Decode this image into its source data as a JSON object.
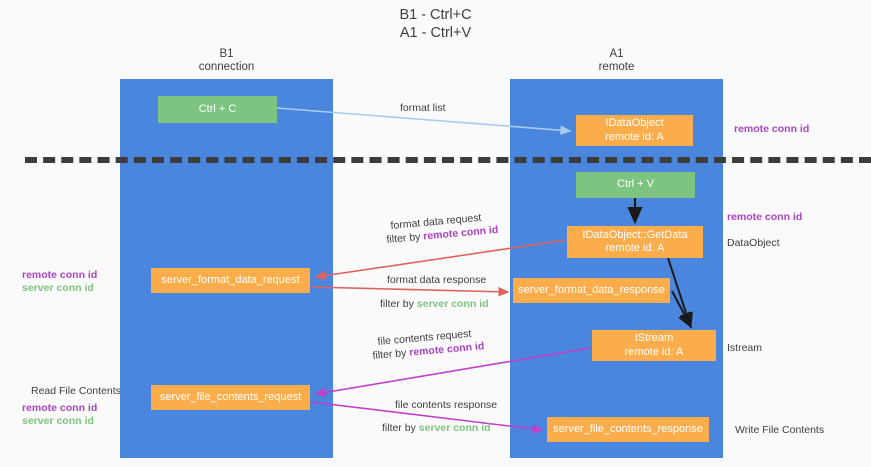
{
  "title": "B1 - Ctrl+C\nA1 - Ctrl+V",
  "columns": {
    "left": "B1\nconnection",
    "right": "A1\nremote"
  },
  "nodes": {
    "ctrl_c": "Ctrl + C",
    "idataobject": "IDataObject\nremote id: A",
    "ctrl_v": "Ctrl + V",
    "getdata": "IDataObject::GetData\nremote id: A",
    "server_format_data_request": "server_format_data_request",
    "server_format_data_response": "server_format_data_response",
    "istream": "IStream\nremote id: A",
    "server_file_contents_request": "server_file_contents_request",
    "server_file_contents_response": "server_file_contents_response"
  },
  "edge_labels": {
    "format_list": "format list",
    "format_data_request": "format data request",
    "format_data_request_filter_prefix": "filter by ",
    "format_data_request_filter_key": "remote conn id",
    "format_data_response": "format data response",
    "format_data_response_filter_prefix": "filter by ",
    "format_data_response_filter_key": "server conn id",
    "file_contents_request": "file contents request",
    "file_contents_request_filter_prefix": "filter by ",
    "file_contents_request_filter_key": "remote conn id",
    "file_contents_response": "file contents response",
    "file_contents_response_filter_prefix": "filter by ",
    "file_contents_response_filter_key": "server conn id"
  },
  "annotations": {
    "remote_conn_id_top": "remote conn id",
    "remote_conn_id_mid": "remote conn id",
    "dataobject": "DataObject",
    "istream": "Istream",
    "write_file_contents": "Write File Contents",
    "read_file_contents": "Read File Contents",
    "left_remote_conn_id_1": "remote conn id",
    "left_server_conn_id_1": "server conn id",
    "left_remote_conn_id_2": "remote conn id",
    "left_server_conn_id_2": "server conn id"
  },
  "colors": {
    "lane": "#4a86dd",
    "green_node": "#7cc47f",
    "orange_node": "#fbad4b",
    "remote_conn_id": "#aa44c4",
    "server_conn_id": "#7cc47f",
    "divider": "#3c3c3c",
    "arrow_format_list": "#a8cdf0",
    "arrow_format_data": "#e0625f",
    "arrow_file_contents": "#c040c8",
    "arrow_black": "#1a1a1a"
  }
}
